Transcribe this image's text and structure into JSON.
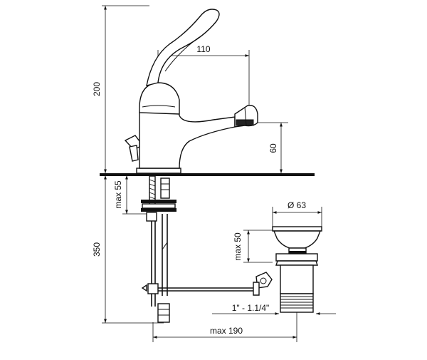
{
  "dimensions": {
    "spout_reach": "110",
    "total_height": "200",
    "spout_height": "60",
    "below_counter": "max 55",
    "supply_length": "350",
    "waste_diameter": "Ø 63",
    "waste_height": "max 50",
    "thread_size": "1\" - 1.1/4\"",
    "waste_offset": "max 190"
  }
}
